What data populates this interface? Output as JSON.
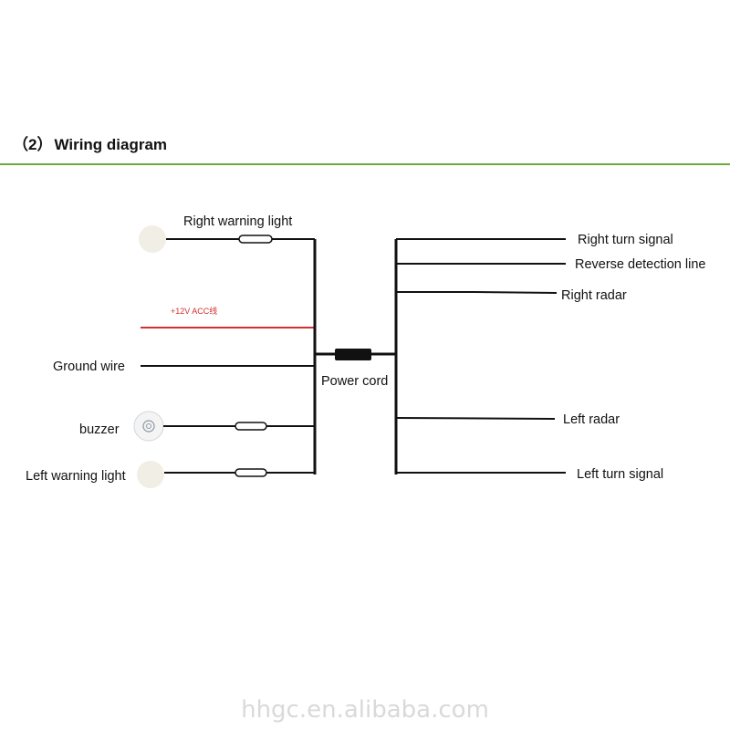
{
  "heading": {
    "number": "（2）",
    "title": "Wiring diagram"
  },
  "colors": {
    "rule": "#6aac3a",
    "wire": "#111111",
    "acc_wire": "#d32f2f",
    "lamp": "#f1eee6"
  },
  "left_labels": {
    "right_warning_light": "Right warning light",
    "acc": "+12V ACC线",
    "ground_wire": "Ground wire",
    "buzzer": "buzzer",
    "left_warning_light": "Left warning light"
  },
  "center_label": "Power cord",
  "right_labels": {
    "right_turn_signal": "Right turn signal",
    "reverse_detection_line": "Reverse detection line",
    "right_radar": "Right radar",
    "left_radar": "Left radar",
    "left_turn_signal": "Left turn signal"
  },
  "watermark": "hhgc.en.alibaba.com"
}
